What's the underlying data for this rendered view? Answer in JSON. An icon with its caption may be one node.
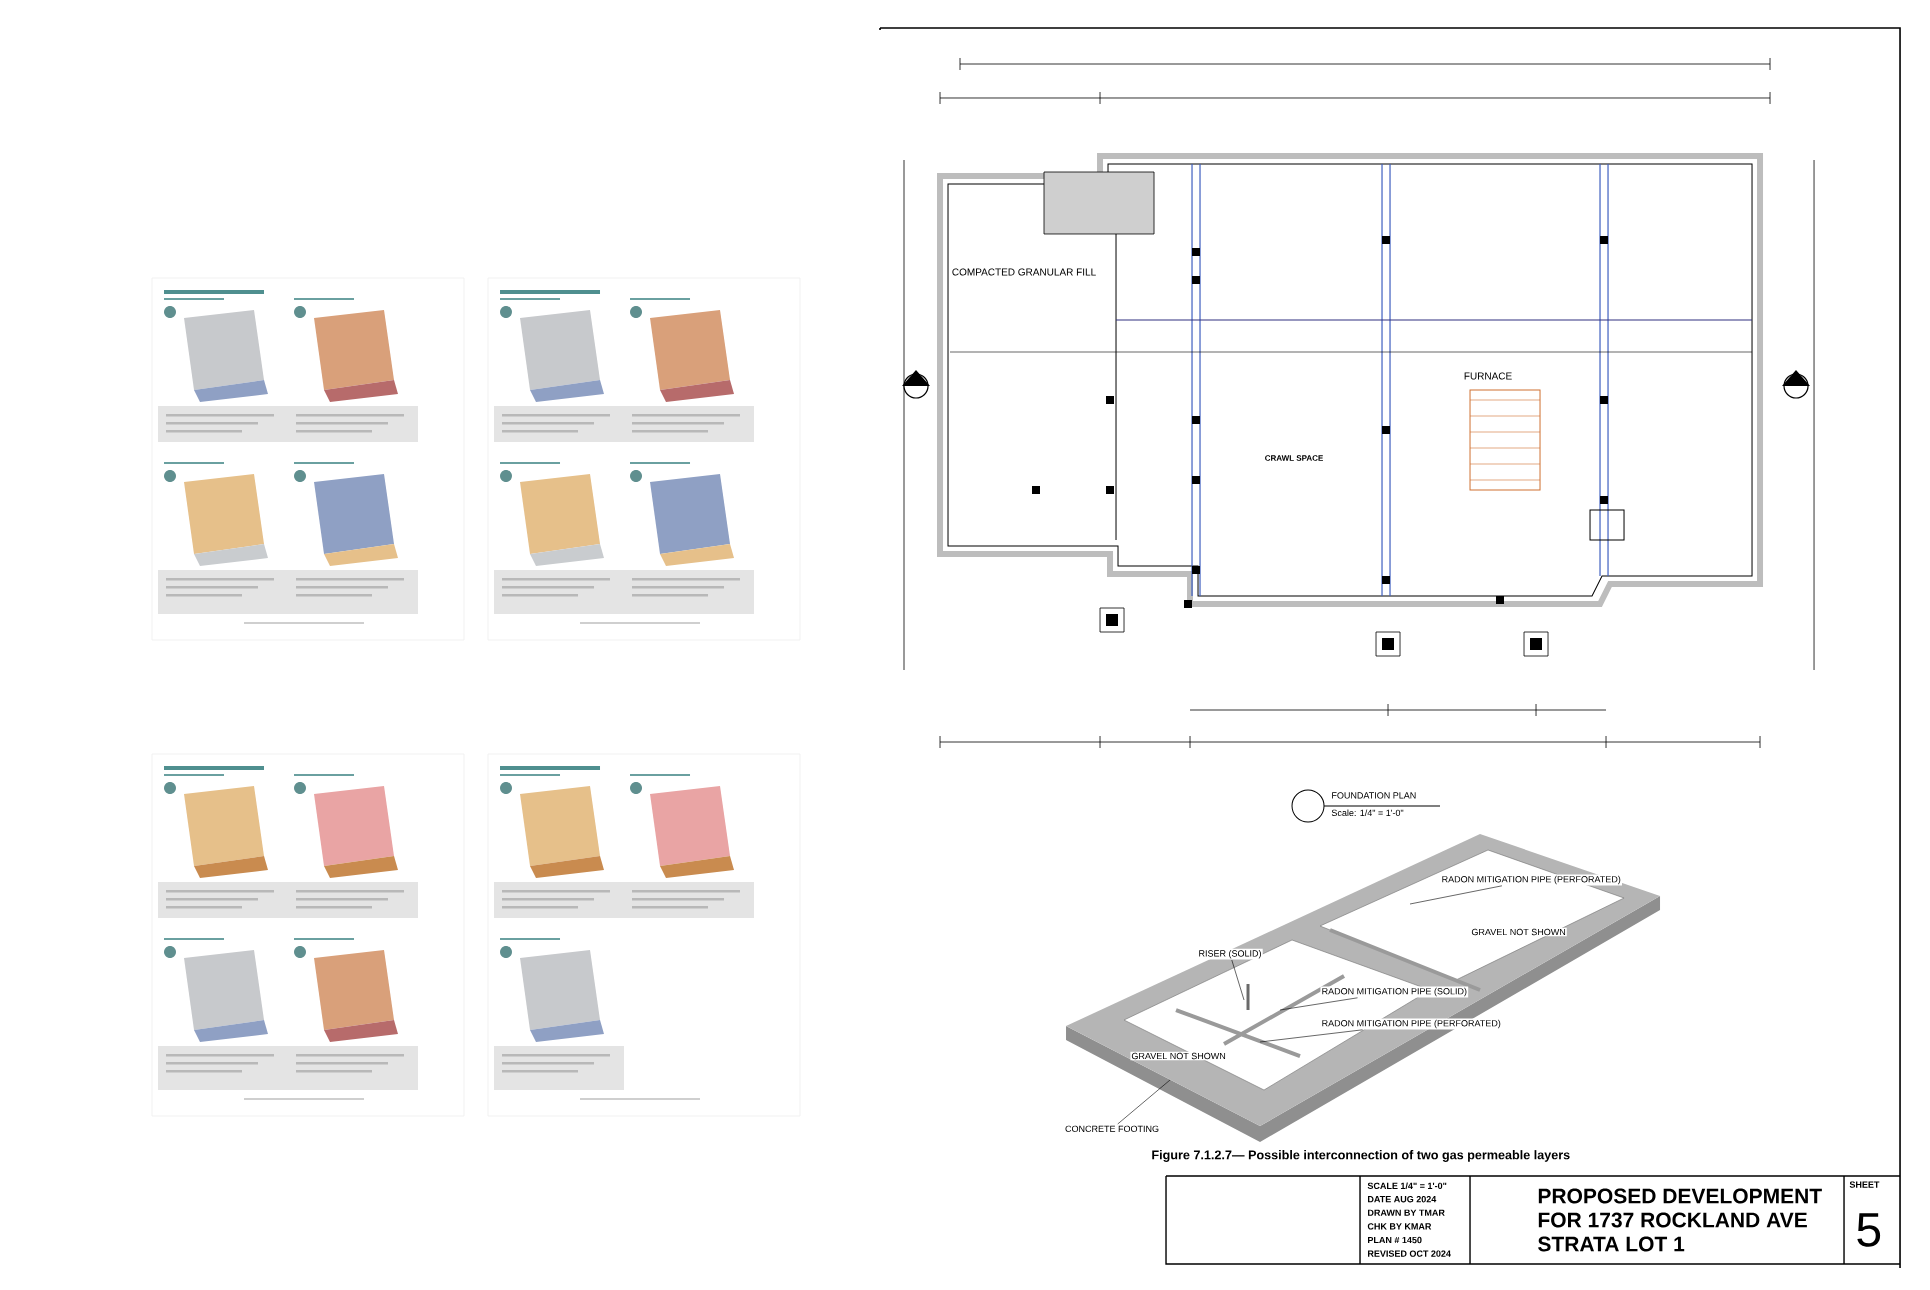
{
  "diagram": {
    "nodes": [
      {
        "text": [
          "RADON MITIGATION PIPE (PERFORATED)"
        ]
      },
      {
        "text": [
          "RISER (SOLID)"
        ]
      },
      {
        "text": [
          "RADON MITIGATION PIPE (SOLID)"
        ]
      },
      {
        "text": [
          "RADON MITIGATION PIPE (PERFORATED)"
        ]
      },
      {
        "text": [
          "CONCRETE FOOTING"
        ]
      }
    ],
    "edges": [
      {
        "from": 0,
        "to": null,
        "arrow": "none"
      },
      {
        "from": 1,
        "to": null,
        "arrow": "none"
      },
      {
        "from": 2,
        "to": null,
        "arrow": "none"
      },
      {
        "from": 3,
        "to": null,
        "arrow": "none"
      },
      {
        "from": 4,
        "to": null,
        "arrow": "none"
      }
    ],
    "labels": [
      "COMPACTED GRANULAR FILL",
      "FURNACE",
      "CRAWL SPACE",
      "FOUNDATION PLAN",
      "Scale: 1/4\" = 1'-0\"",
      "GRAVEL NOT SHOWN",
      "GRAVEL NOT SHOWN",
      "Figure 7.1.2.7— Possible interconnection of two gas permeable layers",
      "SCALE 1/4\" = 1'-0\"",
      "DATE AUG 2024",
      "DRAWN BY TMAR",
      "CHK BY KMAR",
      "PLAN # 1450",
      "REVISED OCT 2024",
      "PROPOSED DEVELOPMENT",
      "FOR 1737 ROCKLAND AVE",
      "STRATA LOT 1",
      "SHEET",
      "5"
    ]
  }
}
